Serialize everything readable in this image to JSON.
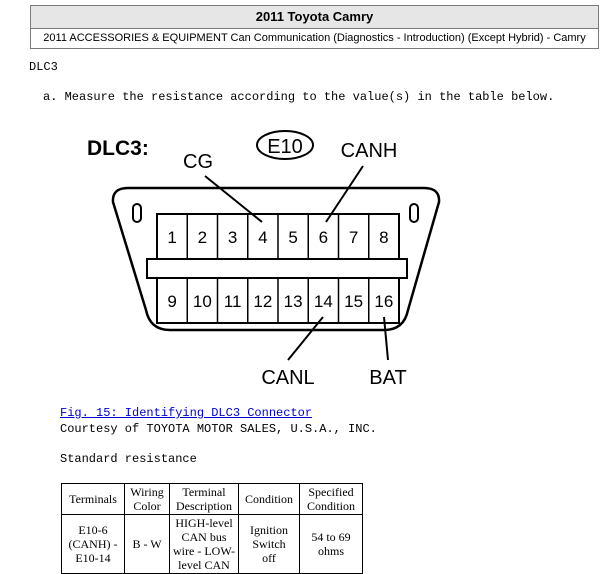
{
  "header": {
    "title": "2011 Toyota Camry",
    "subtitle": "2011 ACCESSORIES & EQUIPMENT Can Communication (Diagnostics - Introduction) (Except Hybrid) - Camry"
  },
  "section_title": "DLC3",
  "instruction": "a. Measure the resistance according to the value(s) in the table below.",
  "diagram": {
    "title": "DLC3:",
    "connector_id": "E10",
    "labels": {
      "cg": "CG",
      "canh": "CANH",
      "canl": "CANL",
      "bat": "BAT"
    },
    "top_pins": [
      "1",
      "2",
      "3",
      "4",
      "5",
      "6",
      "7",
      "8"
    ],
    "bottom_pins": [
      "9",
      "10",
      "11",
      "12",
      "13",
      "14",
      "15",
      "16"
    ]
  },
  "figure_caption": "Fig. 15: Identifying DLC3 Connector",
  "courtesy": "Courtesy of TOYOTA MOTOR SALES, U.S.A., INC.",
  "standard_label": "Standard resistance",
  "table": {
    "headers": {
      "terminals": [
        "Terminals"
      ],
      "wiring": [
        "Wiring",
        "Color"
      ],
      "description": [
        "Terminal",
        "Description"
      ],
      "condition": [
        "Condition"
      ],
      "specified": [
        "Specified",
        "Condition"
      ]
    },
    "row": {
      "terminals": [
        "E10-6",
        "(CANH) -",
        "E10-14"
      ],
      "wiring": "B - W",
      "description": [
        "HIGH-level",
        "CAN bus",
        "wire - LOW-",
        "level CAN"
      ],
      "condition": [
        "Ignition",
        "Switch",
        "off"
      ],
      "specified": [
        "54 to 69",
        "ohms"
      ]
    }
  }
}
